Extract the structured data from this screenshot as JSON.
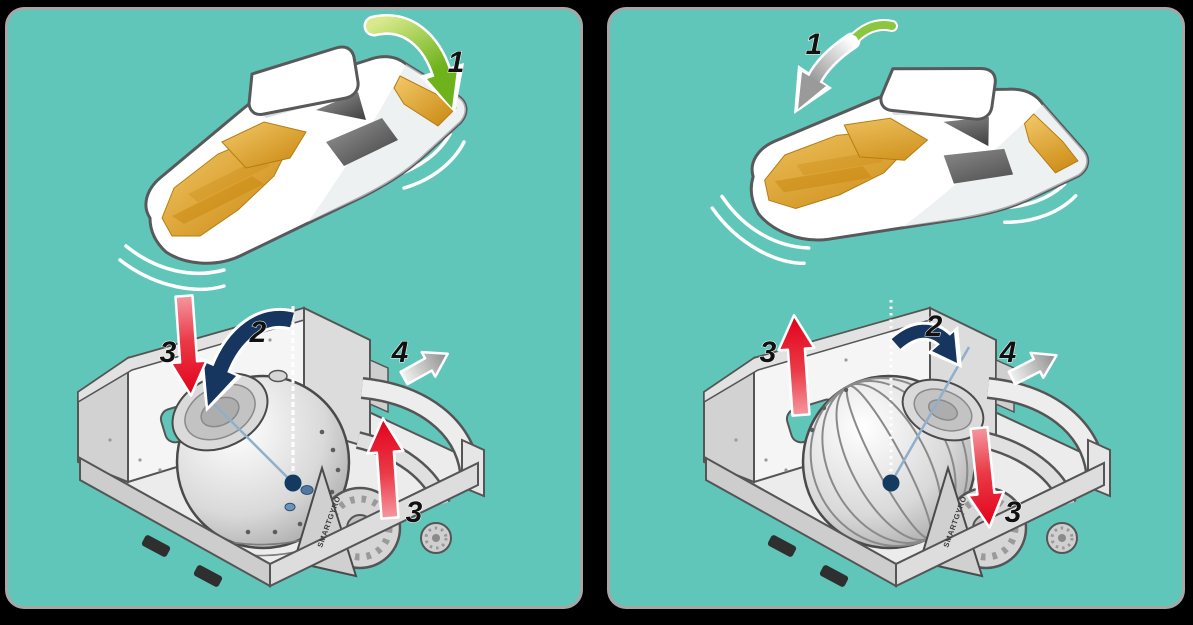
{
  "diagram": {
    "brand_label": "SMARTGYRO",
    "panels": {
      "left": {
        "labels": {
          "step1": "1",
          "step2": "2",
          "step3_left": "3",
          "step3_right": "3",
          "step4": "4"
        }
      },
      "right": {
        "labels": {
          "step1": "1",
          "step2": "2",
          "step3_left": "3",
          "step3_right": "3",
          "step4": "4"
        }
      }
    },
    "colors": {
      "canvas_black": "#000000",
      "panel_teal": "#61c6ba",
      "panel_border_gray": "#a6a6a6",
      "roll_arrow_green": "#6fb31c",
      "torque_arrow_red": "#e2001a",
      "precession_arrow_navy": "#16355f",
      "yaw_arrow_gray": "#9d9d9c",
      "pivot_dot_blue": "#153a60",
      "deck_gold": "#d99b1f",
      "window_gray": "#4a4a4a",
      "hull_white": "#ffffff"
    }
  }
}
